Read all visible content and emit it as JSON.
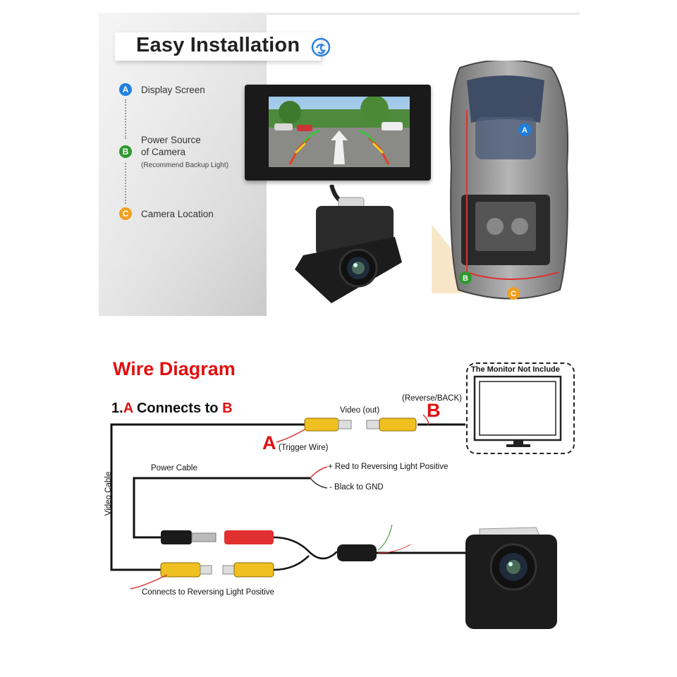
{
  "top": {
    "title": "Easy Installation",
    "steps": [
      {
        "letter": "A",
        "label": "Display Screen",
        "color": "#1f7fe0"
      },
      {
        "letter": "B",
        "label_line1": "Power Source",
        "label_line2": "of Camera",
        "note": "(Recommend Backup Light)",
        "color": "#2e9a2e"
      },
      {
        "letter": "C",
        "label": "Camera Location",
        "color": "#f0a020"
      }
    ],
    "car_markers": {
      "a": "A",
      "b": "B",
      "c": "C"
    }
  },
  "wire": {
    "title": "Wire Diagram",
    "section_prefix": "1.",
    "section_a": "A",
    "section_mid": " Connects to ",
    "section_b": "B",
    "video_out": "Video (out)",
    "reverse_back": "(Reverse/BACK)",
    "label_b": "B",
    "label_a": "A",
    "trigger_wire": "(Trigger Wire)",
    "monitor_note": "The Monitor Not Include",
    "power_cable": "Power Cable",
    "red_positive": "+ Red to Reversing Light Positive",
    "black_gnd": "- Black to GND",
    "video_cable": "Video Cable",
    "connects_reversing": "Connects to Reversing Light Positive"
  }
}
